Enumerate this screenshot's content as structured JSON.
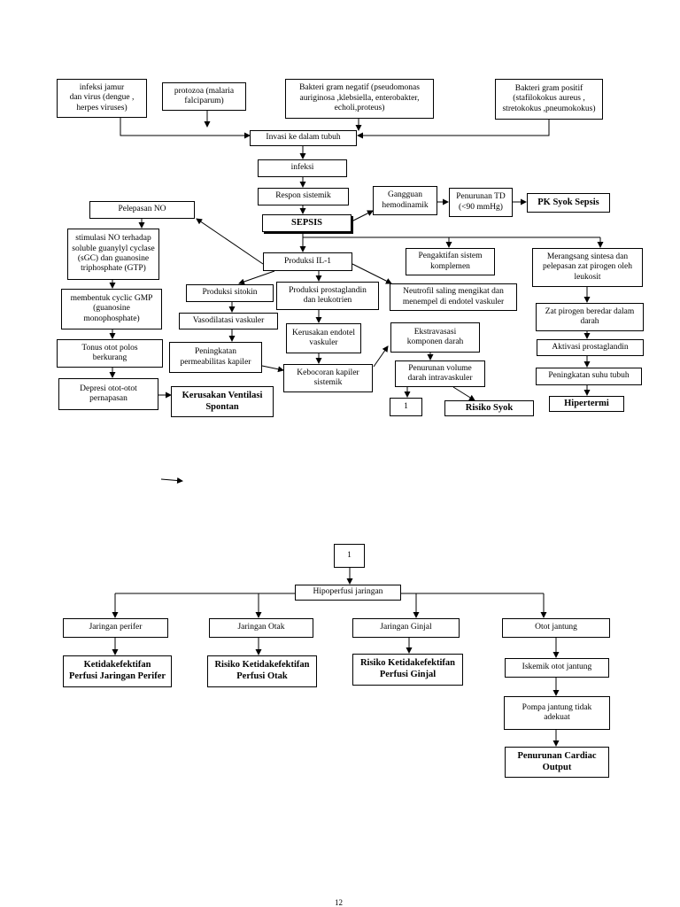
{
  "boxes": {
    "infeksi_jamur": "infeksi jamur\ndan virus (dengue ,\nherpes viruses)",
    "protozoa": "protozoa (malaria\nfalciparum)",
    "bakteri_negatif": "Bakteri gram negatif (pseudomonas\nauriginosa ,klebsiella, enterobakter,\necholi,proteus)",
    "bakteri_positif": "Bakteri gram positif\n(stafilokokus aureus ,\nstretokokus ,pneumokokus)",
    "invasi": "Invasi ke dalam tubuh",
    "infeksi": "infeksi",
    "respon": "Respon sistemik",
    "sepsis": "SEPSIS",
    "gangguan": "Gangguan\nhemodinamik",
    "penurunan_td": "Penurunan TD\n(<90 mmHg)",
    "pk_syok": "PK Syok Sepsis",
    "pelepasan_no": "Pelepasan NO",
    "stimulasi_no": "stimulasi NO terhadap\nsoluble guanylyl cyclase\n(sGC) dan guanosine\ntriphosphate (GTP)",
    "cyclic_gmp": "membentuk cyclic GMP\n(guanosine\nmonophosphate)",
    "tonus": "Tonus otot polos\nberkurang",
    "depresi": "Depresi otot-otot\npernapasan",
    "kerusakan_ventilasi": "Kerusakan Ventilasi\nSpontan",
    "produksi_il": "Produksi IL-1",
    "produksi_sitokin": "Produksi sitokin",
    "vasodilatasi": "Vasodilatasi vaskuler",
    "peningkatan_permeabilitas": "Peningkatan\npermeabilitas kapiler",
    "produksi_prostaglandin": "Produksi prostaglandin\ndan  leukotrien",
    "kerusakan_endotel": "Kerusakan endotel\nvaskuler",
    "kebocoran": "Kebocoran kapiler\nsistemik",
    "pengaktifan": "Pengaktifan sistem\nkomplemen",
    "neutrofil": "Neutrofil saling mengikat dan\nmenempel di endotel vaskuler",
    "ekstravasasi": "Ekstravasasi\nkomponen darah",
    "penurunan_volume": "Penurunan volume\ndarah intravaskuler",
    "connector_1": "1",
    "risiko_syok": "Risiko Syok",
    "merangsang": "Merangsang sintesa dan\npelepasan zat pirogen oleh\nleukosit",
    "zat_pirogen": "Zat pirogen beredar dalam\ndarah",
    "aktivasi": "Aktivasi prostaglandin",
    "peningkatan_suhu": "Peningkatan suhu tubuh",
    "hipertermi": "Hipertermi",
    "connector_1b": "1",
    "hipoperfusi": "Hipoperfusi jaringan",
    "jaringan_perifer": "Jaringan perifer",
    "jaringan_otak": "Jaringan Otak",
    "jaringan_ginjal": "Jaringan Ginjal",
    "otot_jantung": "Otot jantung",
    "ketidakefektifan_perifer": "Ketidakefektifan\nPerfusi Jaringan Perifer",
    "risiko_otak": "Risiko Ketidakefektifan\nPerfusi Otak",
    "risiko_ginjal": "Risiko Ketidakefektifan\nPerfusi Ginjal",
    "iskemik": "Iskemik otot jantung",
    "pompa": "Pompa jantung tidak\nadekuat",
    "penurunan_cardiac": "Penurunan Cardiac\nOutput"
  },
  "page_number": "12"
}
